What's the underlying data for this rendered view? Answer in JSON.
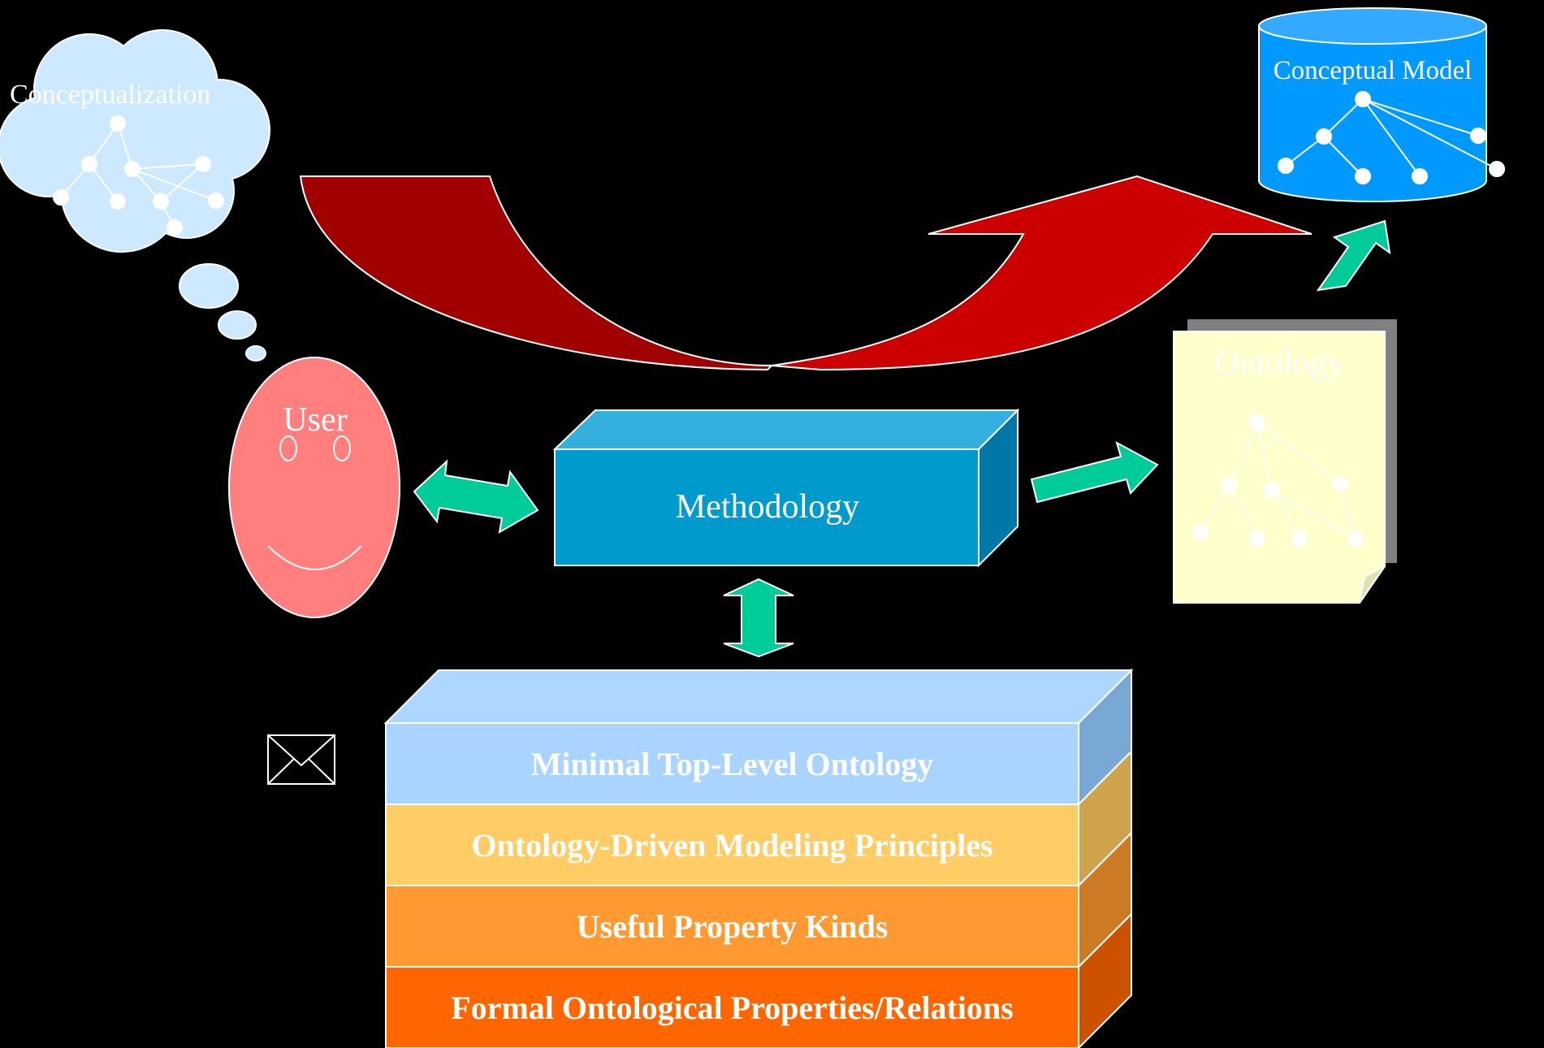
{
  "labels": {
    "conceptualization": "Conceptualization",
    "conceptual_model": "Conceptual Model",
    "user": "User",
    "methodology": "Methodology",
    "ontology": "Ontology"
  },
  "layers": [
    {
      "label": "Minimal Top-Level Ontology",
      "front": "#a9d4ff",
      "top": "#add7ff",
      "side": "#7aa8d4"
    },
    {
      "label": "Ontology-Driven Modeling Principles",
      "front": "#ffcc66",
      "top": "#ffd98a",
      "side": "#cfa24c"
    },
    {
      "label": "Useful Property Kinds",
      "front": "#ff9a33",
      "top": "#ffae57",
      "side": "#cc7a24"
    },
    {
      "label": "Formal Ontological Properties/Relations",
      "front": "#ff6600",
      "top": "#ff7a22",
      "side": "#cc5200"
    }
  ],
  "colors": {
    "background": "#000000",
    "cloud": "#cce9ff",
    "database": "#0099ff",
    "face": "#ff7f7f",
    "methodology_front": "#009acd",
    "methodology_top": "#33b0dd",
    "methodology_side": "#0077a6",
    "ontology_doc": "#ffffcc",
    "arrow_green": "#00cc99",
    "curve_dark": "#a00000",
    "curve_light": "#cc0000"
  },
  "icons": {
    "envelope": "envelope-icon"
  }
}
